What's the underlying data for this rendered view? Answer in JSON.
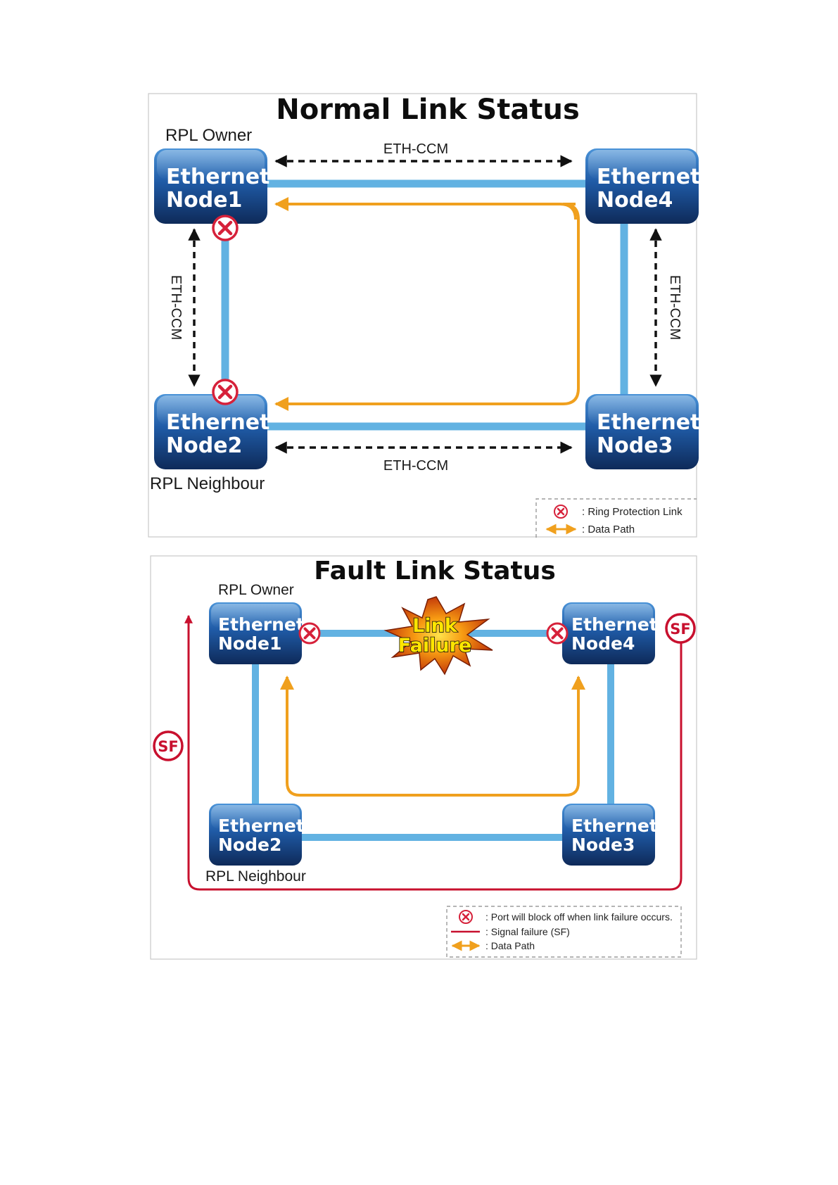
{
  "normal": {
    "title": "Normal Link Status",
    "rpl_owner": "RPL Owner",
    "rpl_neighbour": "RPL Neighbour",
    "eth_ccm": "ETH-CCM",
    "nodes": {
      "n1": [
        "Ethernet",
        "Node1"
      ],
      "n2": [
        "Ethernet",
        "Node2"
      ],
      "n3": [
        "Ethernet",
        "Node3"
      ],
      "n4": [
        "Ethernet",
        "Node4"
      ]
    },
    "legend": {
      "rpl": ": Ring Protection Link",
      "data_path": ": Data Path"
    }
  },
  "fault": {
    "title": "Fault Link Status",
    "rpl_owner": "RPL Owner",
    "rpl_neighbour": "RPL Neighbour",
    "link_failure": [
      "Link",
      "Failure"
    ],
    "sf": "SF",
    "nodes": {
      "n1": [
        "Ethernet",
        "Node1"
      ],
      "n2": [
        "Ethernet",
        "Node2"
      ],
      "n3": [
        "Ethernet",
        "Node3"
      ],
      "n4": [
        "Ethernet",
        "Node4"
      ]
    },
    "legend": {
      "block": ": Port will block off when link failure occurs.",
      "sf": ": Signal failure (SF)",
      "data_path": ": Data Path"
    }
  },
  "colors": {
    "node_top": "#3f86cf",
    "node_bottom": "#0f2d5e",
    "link": "#62b2e2",
    "data_path": "#f0a01e",
    "signal_failure": "#c8102e",
    "block_x": "#d6213a"
  }
}
